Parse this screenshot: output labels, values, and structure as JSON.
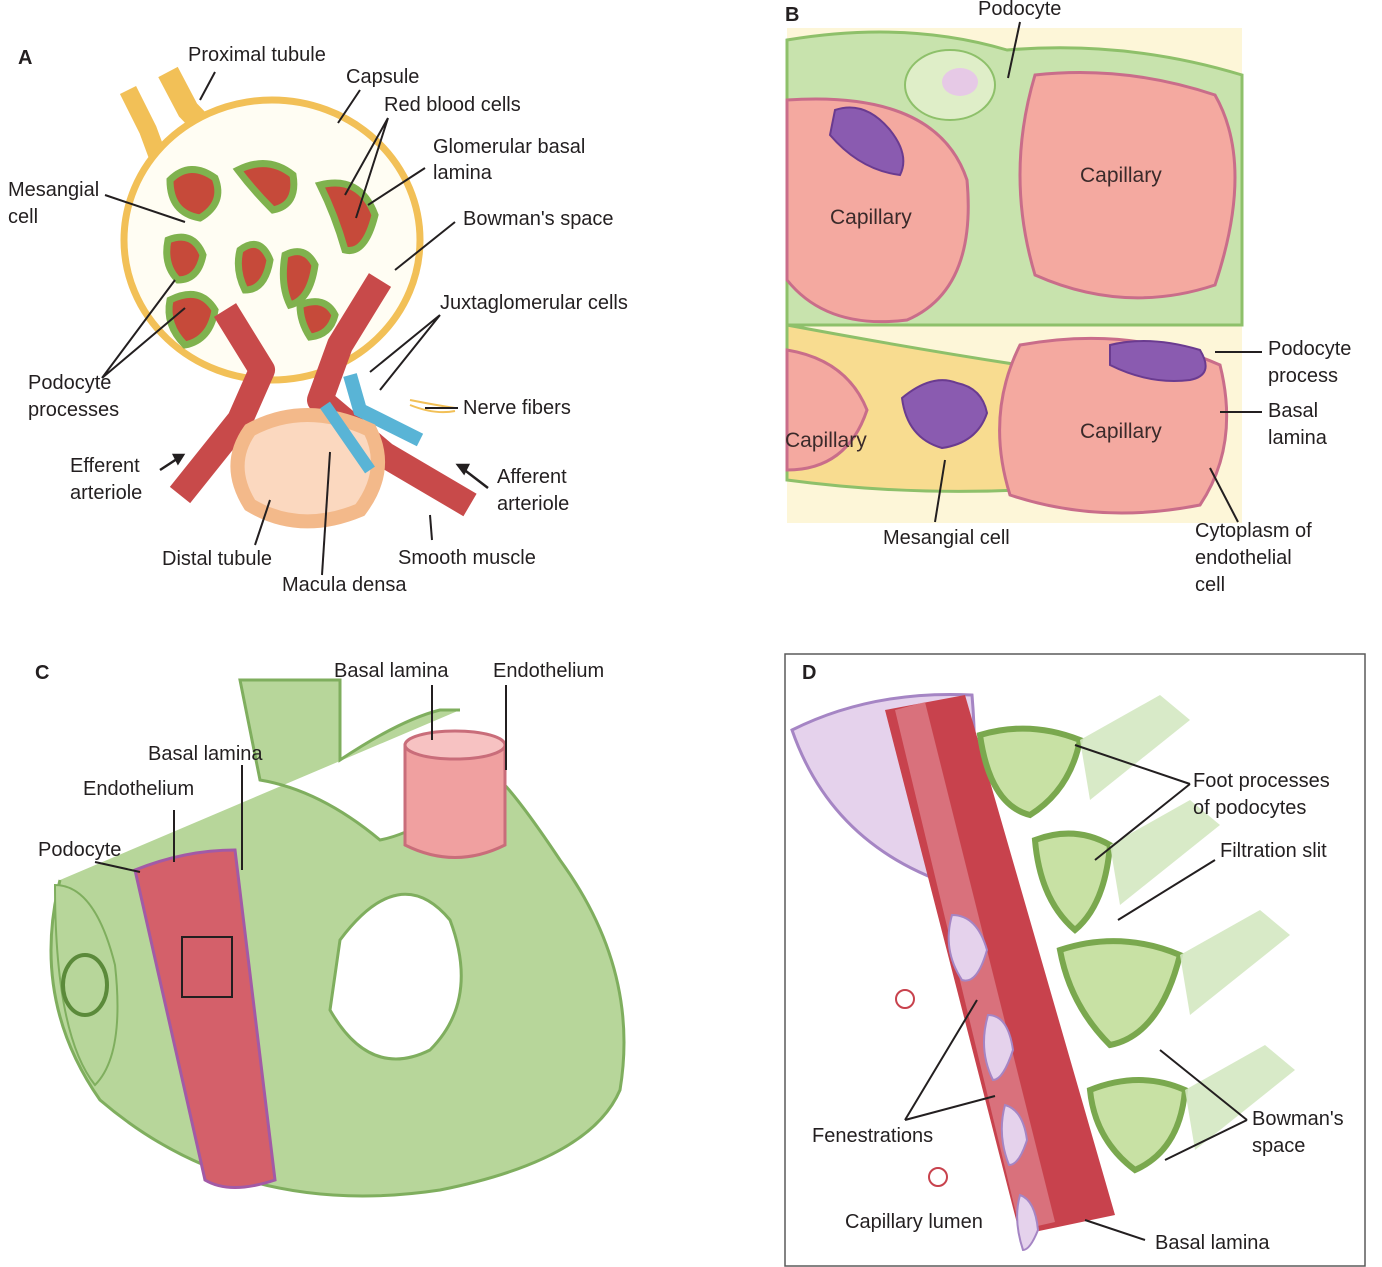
{
  "panels": {
    "a": {
      "letter": "A",
      "labels": {
        "proximal_tubule": "Proximal tubule",
        "capsule": "Capsule",
        "red_blood_cells": "Red blood cells",
        "glomerular_basal_lamina_1": "Glomerular basal",
        "glomerular_basal_lamina_2": "lamina",
        "mesangial_cell_1": "Mesangial",
        "mesangial_cell_2": "cell",
        "bowmans_space": "Bowman's space",
        "juxtaglomerular_cells": "Juxtaglomerular cells",
        "podocyte_processes_1": "Podocyte",
        "podocyte_processes_2": "processes",
        "nerve_fibers": "Nerve fibers",
        "efferent_arteriole_1": "Efferent",
        "efferent_arteriole_2": "arteriole",
        "afferent_arteriole_1": "Afferent",
        "afferent_arteriole_2": "arteriole",
        "distal_tubule": "Distal tubule",
        "smooth_muscle": "Smooth muscle",
        "macula_densa": "Macula densa"
      }
    },
    "b": {
      "letter": "B",
      "labels": {
        "podocyte": "Podocyte",
        "capillary_top_left": "Capillary",
        "capillary_top_right": "Capillary",
        "capillary_bottom_left": "Capillary",
        "capillary_bottom_right": "Capillary",
        "podocyte_process_1": "Podocyte",
        "podocyte_process_2": "process",
        "basal_lamina_1": "Basal",
        "basal_lamina_2": "lamina",
        "mesangial_cell": "Mesangial cell",
        "cytoplasm_1": "Cytoplasm of",
        "cytoplasm_2": "endothelial",
        "cytoplasm_3": "cell"
      }
    },
    "c": {
      "letter": "C",
      "labels": {
        "basal_lamina_top": "Basal lamina",
        "endothelium_top": "Endothelium",
        "basal_lamina_left": "Basal lamina",
        "endothelium_left": "Endothelium",
        "podocyte": "Podocyte"
      }
    },
    "d": {
      "letter": "D",
      "labels": {
        "foot_processes_1": "Foot processes",
        "foot_processes_2": "of podocytes",
        "filtration_slit": "Filtration slit",
        "bowmans_space_1": "Bowman's",
        "bowmans_space_2": "space",
        "fenestrations": "Fenestrations",
        "capillary_lumen": "Capillary lumen",
        "basal_lamina": "Basal lamina"
      }
    }
  },
  "colors": {
    "capillary_pink": "#f4a9a0",
    "podocyte_green": "#a9cf8a",
    "mesangial_yellow": "#f8e3a0",
    "nucleus_purple": "#8a5bb0",
    "basal_red": "#c83a48",
    "juxta_blue": "#59b4d6",
    "tubule_yellow": "#f6c553"
  }
}
